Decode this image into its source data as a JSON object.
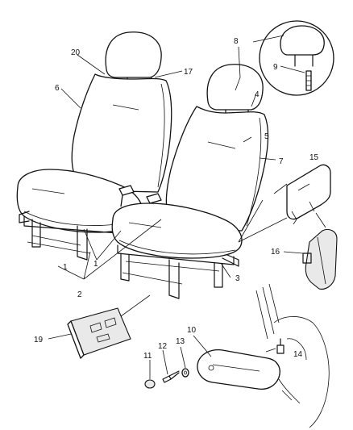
{
  "callouts": [
    {
      "id": "1",
      "text": "1"
    },
    {
      "id": "1b",
      "text": "1"
    },
    {
      "id": "2",
      "text": "2"
    },
    {
      "id": "3",
      "text": "3"
    },
    {
      "id": "4",
      "text": "4"
    },
    {
      "id": "5",
      "text": "5"
    },
    {
      "id": "6",
      "text": "6"
    },
    {
      "id": "7",
      "text": "7"
    },
    {
      "id": "8",
      "text": "8"
    },
    {
      "id": "9",
      "text": "9"
    },
    {
      "id": "10",
      "text": "10"
    },
    {
      "id": "11",
      "text": "11"
    },
    {
      "id": "12",
      "text": "12"
    },
    {
      "id": "13",
      "text": "13"
    },
    {
      "id": "14",
      "text": "14"
    },
    {
      "id": "15",
      "text": "15"
    },
    {
      "id": "16",
      "text": "16"
    },
    {
      "id": "17",
      "text": "17"
    },
    {
      "id": "19",
      "text": "19"
    },
    {
      "id": "20",
      "text": "20"
    }
  ]
}
